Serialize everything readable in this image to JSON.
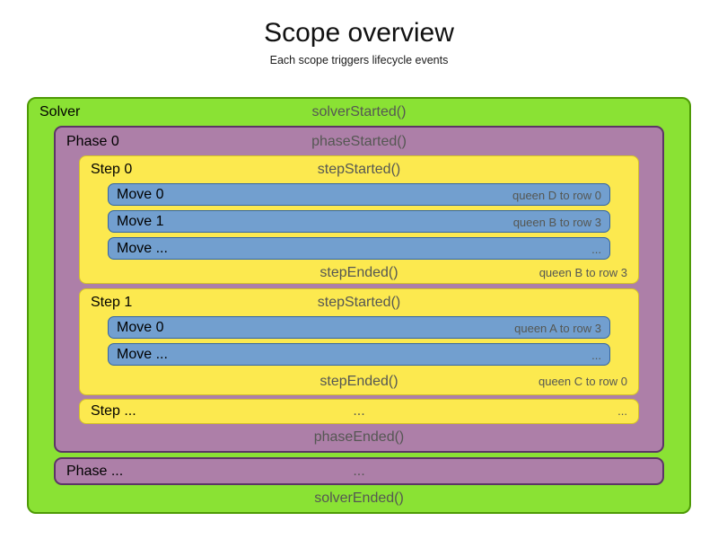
{
  "page": {
    "title": "Scope overview",
    "subtitle": "Each scope triggers lifecycle events"
  },
  "colors": {
    "solver_fill": "#8ae234",
    "solver_border": "#4e9a06",
    "phase_fill": "#ad7fa8",
    "phase_border": "#5c3566",
    "step_fill": "#fce94f",
    "step_border": "#d4c327",
    "move_fill": "#729fcf",
    "move_border": "#3465a4",
    "label_text": "#000000",
    "event_text": "#555753"
  },
  "solver": {
    "label": "Solver",
    "started_event": "solverStarted()",
    "ended_event": "solverEnded()",
    "phases": [
      {
        "label": "Phase 0",
        "started_event": "phaseStarted()",
        "ended_event": "phaseEnded()",
        "steps": [
          {
            "label": "Step 0",
            "started_event": "stepStarted()",
            "ended_event": "stepEnded()",
            "ended_note": "queen B to row 3",
            "moves": [
              {
                "label": "Move 0",
                "note": "queen D to row 0"
              },
              {
                "label": "Move 1",
                "note": "queen B to row 3"
              },
              {
                "label": "Move ...",
                "note": "..."
              }
            ]
          },
          {
            "label": "Step 1",
            "started_event": "stepStarted()",
            "ended_event": "stepEnded()",
            "ended_note": "queen C to row 0",
            "moves": [
              {
                "label": "Move 0",
                "note": "queen A to row 3"
              },
              {
                "label": "Move ...",
                "note": "..."
              }
            ]
          }
        ],
        "more_steps": {
          "label": "Step ...",
          "center": "...",
          "right": "..."
        },
        "more_phases_row": null
      }
    ],
    "more_phases": {
      "label": "Phase ...",
      "center": "..."
    }
  }
}
